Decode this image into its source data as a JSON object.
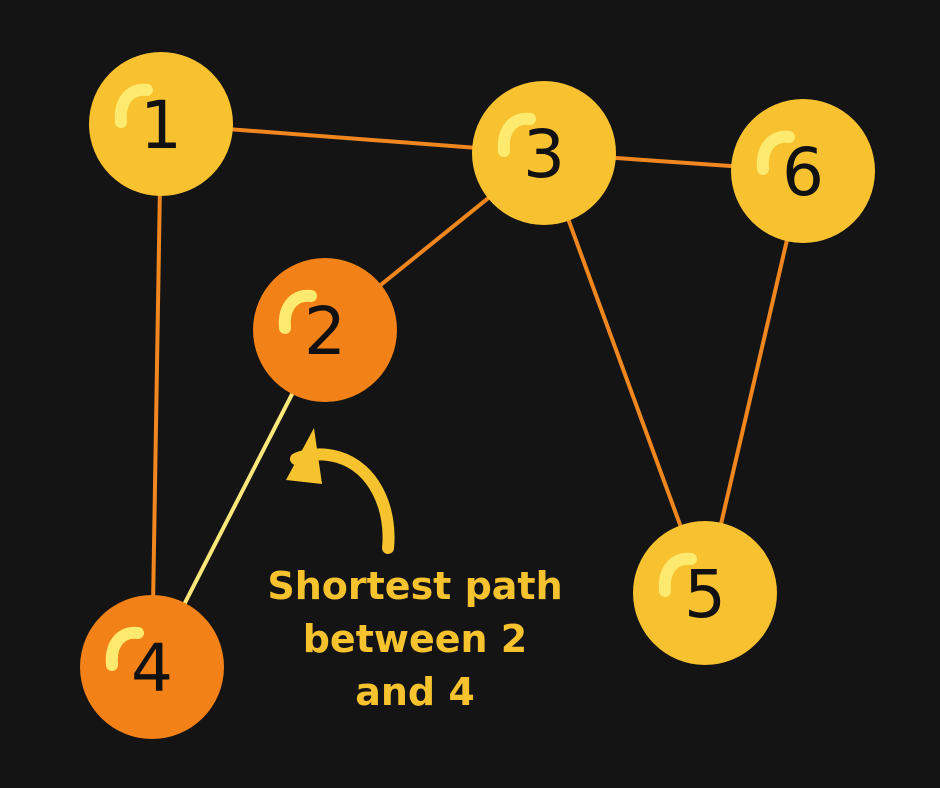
{
  "colors": {
    "background": "#141414",
    "edge": "#f0871e",
    "highlight_edge": "#fbe77a",
    "node_default": "#f8c12f",
    "node_highlight": "#f28117",
    "shine": "#fdea6e",
    "node_text": "#111111",
    "caption": "#f6c22e",
    "arrow": "#f6c22e"
  },
  "nodes": [
    {
      "id": "1",
      "label": "1",
      "highlighted": false
    },
    {
      "id": "2",
      "label": "2",
      "highlighted": true
    },
    {
      "id": "3",
      "label": "3",
      "highlighted": false
    },
    {
      "id": "4",
      "label": "4",
      "highlighted": true
    },
    {
      "id": "5",
      "label": "5",
      "highlighted": false
    },
    {
      "id": "6",
      "label": "6",
      "highlighted": false
    }
  ],
  "edges": [
    {
      "from": "1",
      "to": "3",
      "highlighted": false
    },
    {
      "from": "1",
      "to": "4",
      "highlighted": false
    },
    {
      "from": "3",
      "to": "6",
      "highlighted": false
    },
    {
      "from": "3",
      "to": "2",
      "highlighted": false
    },
    {
      "from": "3",
      "to": "5",
      "highlighted": false
    },
    {
      "from": "6",
      "to": "5",
      "highlighted": false
    },
    {
      "from": "2",
      "to": "4",
      "highlighted": true
    }
  ],
  "caption": {
    "lines": [
      "Shortest path",
      "between 2",
      "and 4"
    ]
  }
}
